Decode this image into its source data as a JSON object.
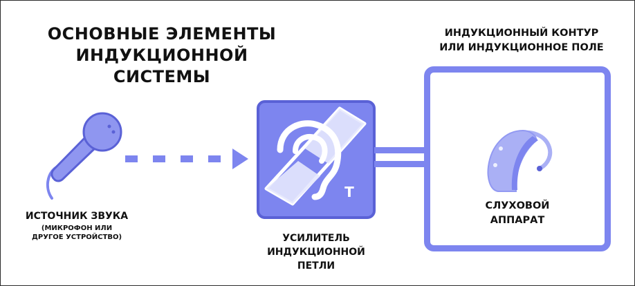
{
  "title": {
    "line1": "ОСНОВНЫЕ ЭЛЕМЕНТЫ",
    "line2": "ИНДУКЦИОННОЙ СИСТЕМЫ"
  },
  "field": {
    "line1": "ИНДУКЦИОННЫЙ КОНТУР",
    "line2": "ИЛИ ИНДУКЦИОННОЕ ПОЛЕ"
  },
  "source": {
    "label": "ИСТОЧНИК ЗВУКА",
    "sub_line1": "(МИКРОФОН ИЛИ",
    "sub_line2": "ДРУГОЕ УСТРОЙСТВО)"
  },
  "amplifier": {
    "line1": "УСИЛИТЕЛЬ",
    "line2": "ИНДУКЦИОННОЙ",
    "line3": "ПЕТЛИ",
    "badge_letter": "T"
  },
  "hearing_aid": {
    "line1": "СЛУХОВОЙ",
    "line2": "АППАРАТ"
  },
  "colors": {
    "accent": "#7d85ef",
    "accent_light": "#aab0f5",
    "accent_dark": "#5a61d6",
    "text": "#111111",
    "background": "#ffffff"
  },
  "icons": {
    "microphone": "microphone-icon",
    "arrow": "dashed-arrow-icon",
    "amplifier": "hearing-loop-symbol-icon",
    "hearing_aid": "hearing-aid-icon"
  }
}
